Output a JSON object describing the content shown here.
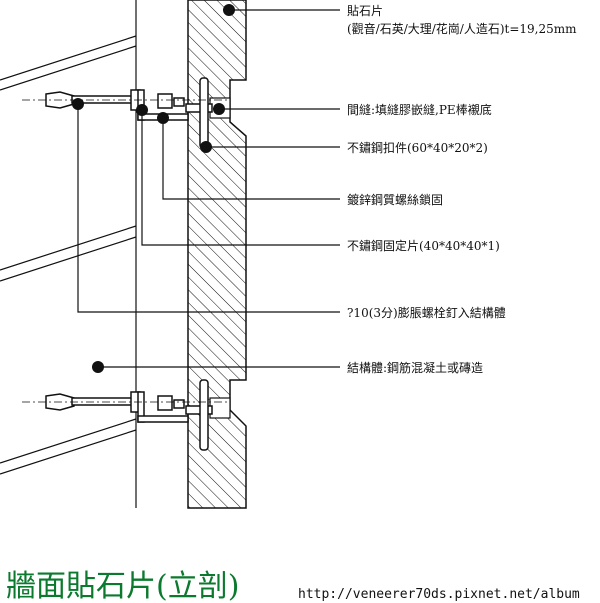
{
  "title": "牆面貼石片(立剖)",
  "url": "http://veneerer70ds.pixnet.net/album",
  "labels": {
    "stone_veneer_1": "貼石片",
    "stone_veneer_2": "(觀音/石英/大理/花崗/人造石)t=19,25mm",
    "joint": "間縫:填縫膠嵌縫,PE棒襯底",
    "ss_clip": "不鏽鋼扣件(60*40*20*2)",
    "bolt": "鍍鋅鋼質螺絲鎖固",
    "ss_plate": "不鏽鋼固定片(40*40*40*1)",
    "anchor": "?10(3分)膨脹螺栓釘入結構體",
    "structure": "結構體:鋼筋混凝土或磚造"
  },
  "colors": {
    "line": "#111111",
    "title": "#0b7a2e",
    "paper": "#ffffff"
  }
}
